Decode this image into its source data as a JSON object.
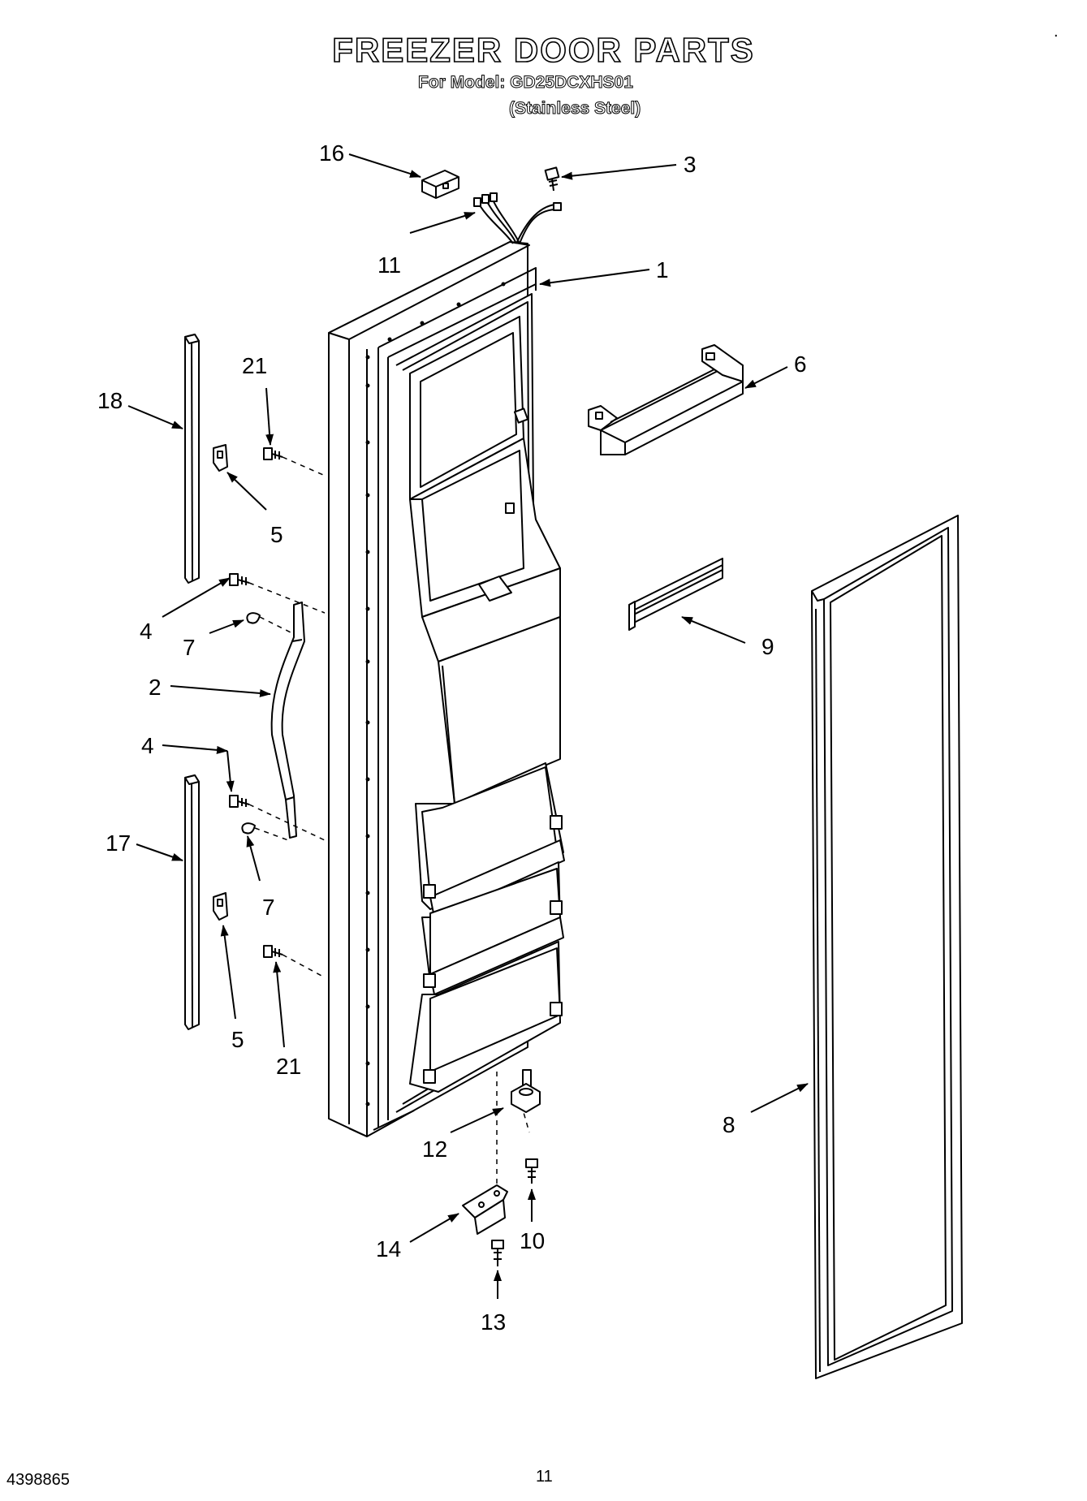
{
  "header": {
    "title": "FREEZER DOOR PARTS",
    "model_line": "For Model: GD25DCXHS01",
    "finish_line": "(Stainless Steel)"
  },
  "callouts": [
    "16",
    "3",
    "11",
    "1",
    "21",
    "18",
    "6",
    "5",
    "4",
    "7",
    "2",
    "9",
    "4",
    "17",
    "7",
    "5",
    "21",
    "8",
    "12",
    "10",
    "14",
    "13"
  ],
  "footer": {
    "doc_number": "4398865",
    "page_number": "11",
    "corner_mark": "."
  }
}
